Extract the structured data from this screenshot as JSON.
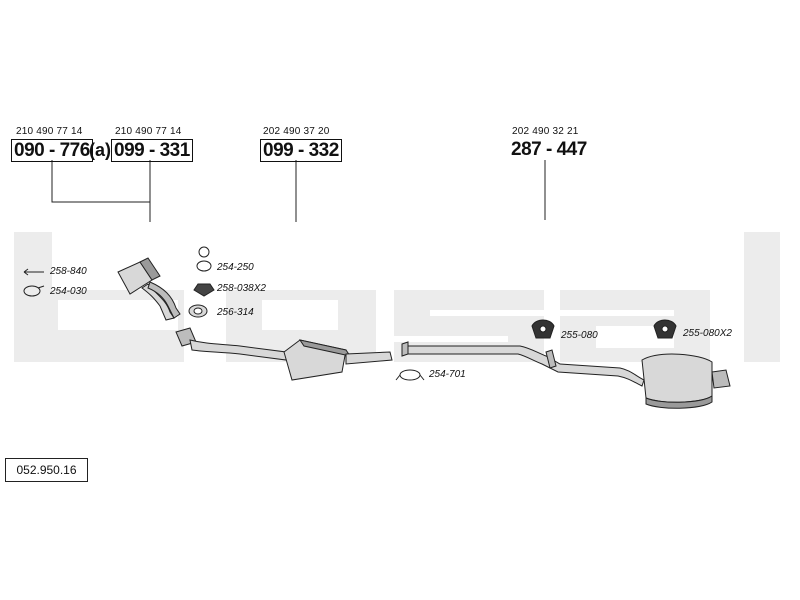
{
  "watermark": {
    "brand_text": "bosal",
    "color": "#ececec"
  },
  "diagram_number": "052.950.16",
  "components": [
    {
      "oem_number": "210 490 77 14",
      "part_number": "090 - 776",
      "suffix": "(a)"
    },
    {
      "oem_number": "210 490 77 14",
      "part_number": "099 - 331"
    },
    {
      "oem_number": "202 490 37 20",
      "part_number": "099 - 332"
    },
    {
      "oem_number": "202 490 32 21",
      "part_number": "287 - 447"
    }
  ],
  "fittings": [
    {
      "ref": "258-840",
      "icon": "clip-arrow-icon"
    },
    {
      "ref": "254-030",
      "icon": "clamp-ring-icon"
    },
    {
      "ref": "254-250",
      "icon": "spring-clamp-icon"
    },
    {
      "ref": "258-038X2",
      "icon": "rubber-mount-icon"
    },
    {
      "ref": "256-314",
      "icon": "gasket-ring-icon"
    },
    {
      "ref": "254-701",
      "icon": "pipe-clamp-icon"
    },
    {
      "ref": "255-080",
      "icon": "exhaust-hanger-icon"
    },
    {
      "ref": "255-080X2",
      "icon": "exhaust-hanger-icon"
    }
  ],
  "colors": {
    "line": "#222222",
    "part_fill": "#d8d8d8",
    "part_shade": "#9a9a9a"
  }
}
